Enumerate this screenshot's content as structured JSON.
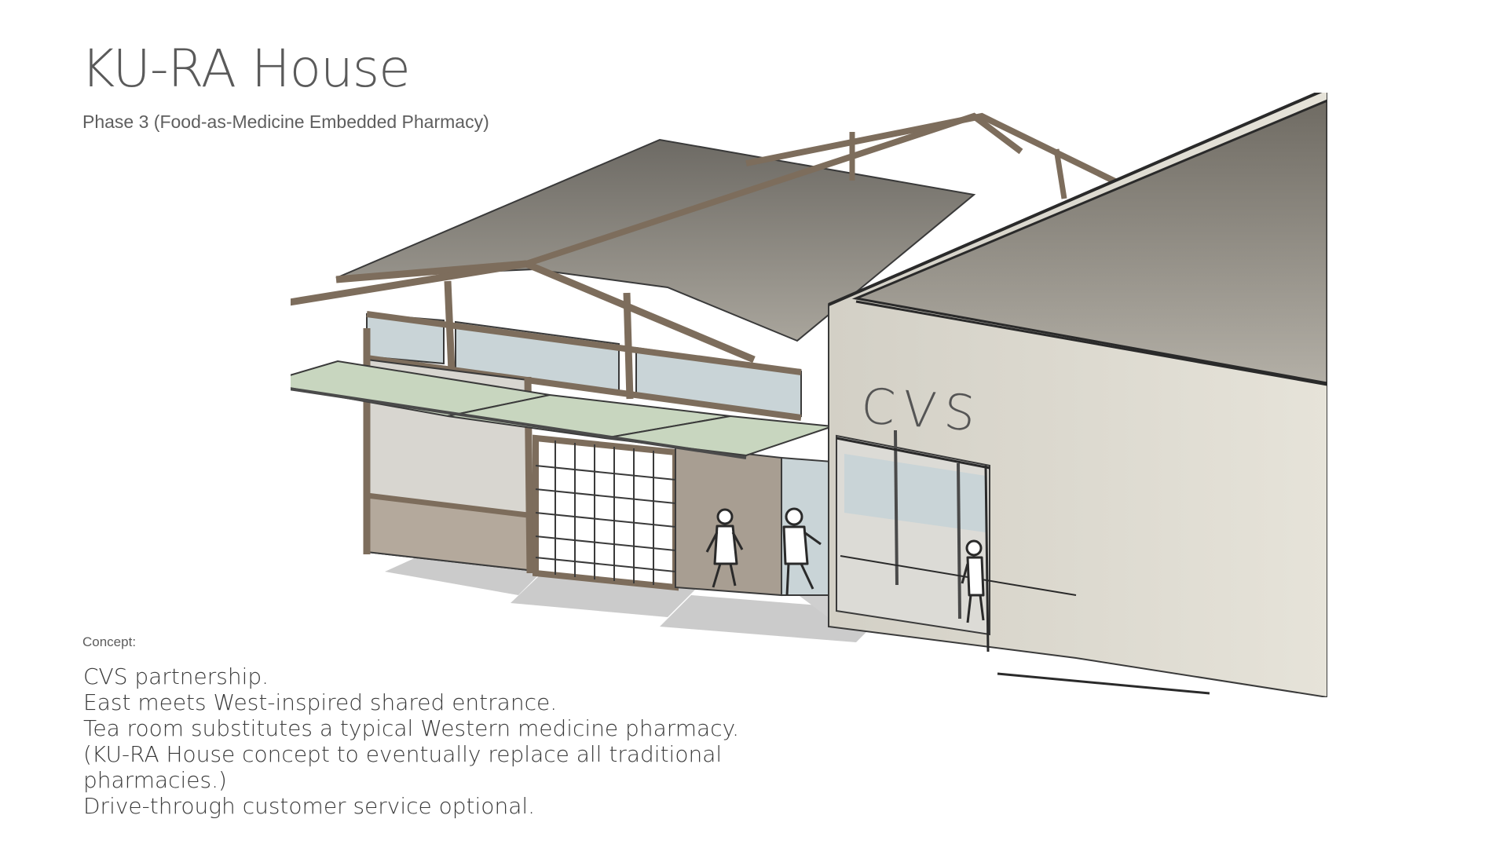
{
  "slide": {
    "title": "KU-RA House",
    "subtitle": "Phase 3 (Food-as-Medicine Embedded Pharmacy)"
  },
  "sketch": {
    "signage": "CVS",
    "colors": {
      "roof": "#8f8b83",
      "timber": "#7d6d5c",
      "wall": "#d9d6cc",
      "awning": "#c8d6bf",
      "glass": "#c9d4d7",
      "ground_shadow": "#c9c9c9"
    }
  },
  "concept": {
    "label": "Concept:",
    "lines": [
      "CVS partnership.",
      "East meets West-inspired shared entrance.",
      "Tea room substitutes a typical Western medicine pharmacy.",
      "(KU-RA House concept to eventually replace all traditional",
      "pharmacies.)",
      "Drive-through customer service optional."
    ]
  }
}
